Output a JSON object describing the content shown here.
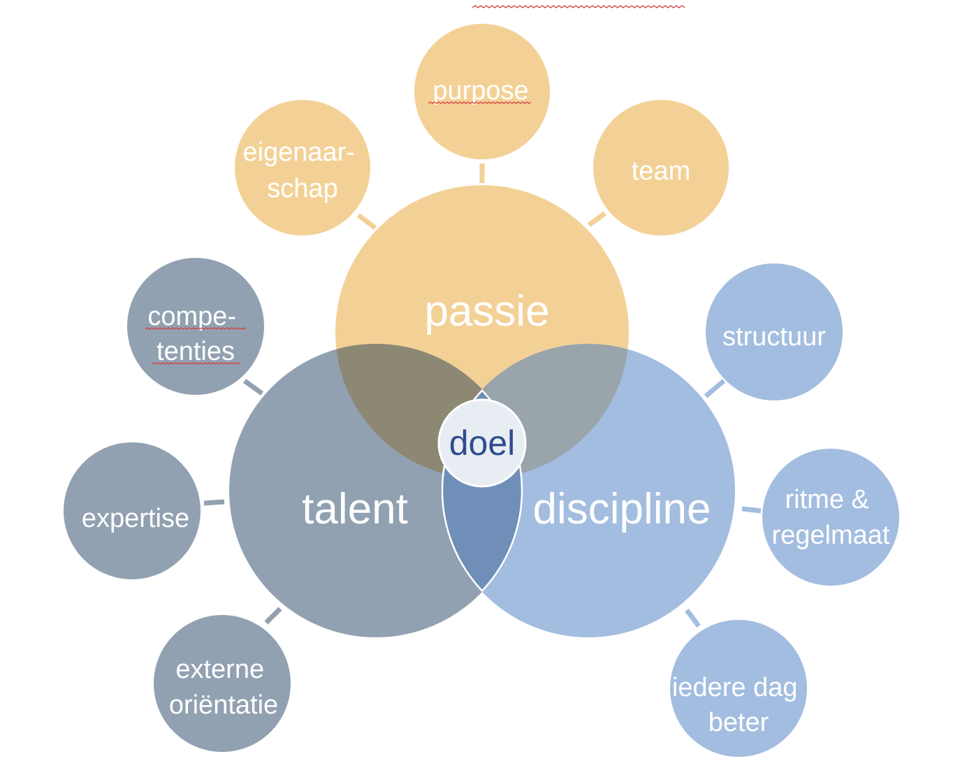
{
  "colors": {
    "orange": "#f3d196",
    "slate": "#92a1b1",
    "blue": "#a3bde0",
    "overlap_orange_slate": "#8c8874",
    "overlap_orange_blue": "#99a4ab",
    "overlap_slate_blue": "#6f8fb8",
    "center_fill": "#e8edf3",
    "center_text": "#2f4c8f",
    "spellcheck": "#d63b3b"
  },
  "main": {
    "passie": "passie",
    "talent": "talent",
    "discipline": "discipline",
    "center": "doel"
  },
  "satellites": {
    "purpose": [
      "purpose"
    ],
    "eigenaarschap": [
      "eigenaar-",
      "schap"
    ],
    "team": [
      "team"
    ],
    "competenties": [
      "compe-",
      "tenties"
    ],
    "expertise": [
      "expertise"
    ],
    "externe": [
      "externe",
      "oriëntatie"
    ],
    "structuur": [
      "structuur"
    ],
    "ritme": [
      "ritme &",
      "regelmaat"
    ],
    "iedere": [
      "iedere dag",
      "beter"
    ]
  }
}
